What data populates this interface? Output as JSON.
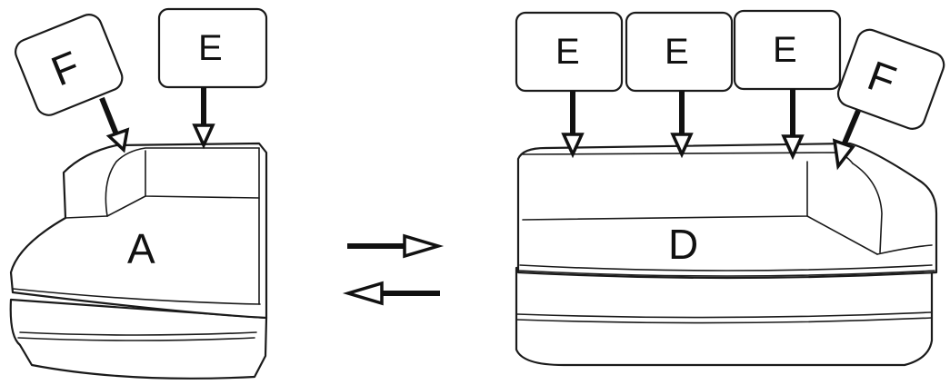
{
  "labels": {
    "module_left": "A",
    "module_right": "D",
    "cushion_e": "E",
    "cushion_f": "F"
  },
  "colors": {
    "line": "#1a1a1a",
    "fill": "#ffffff"
  }
}
